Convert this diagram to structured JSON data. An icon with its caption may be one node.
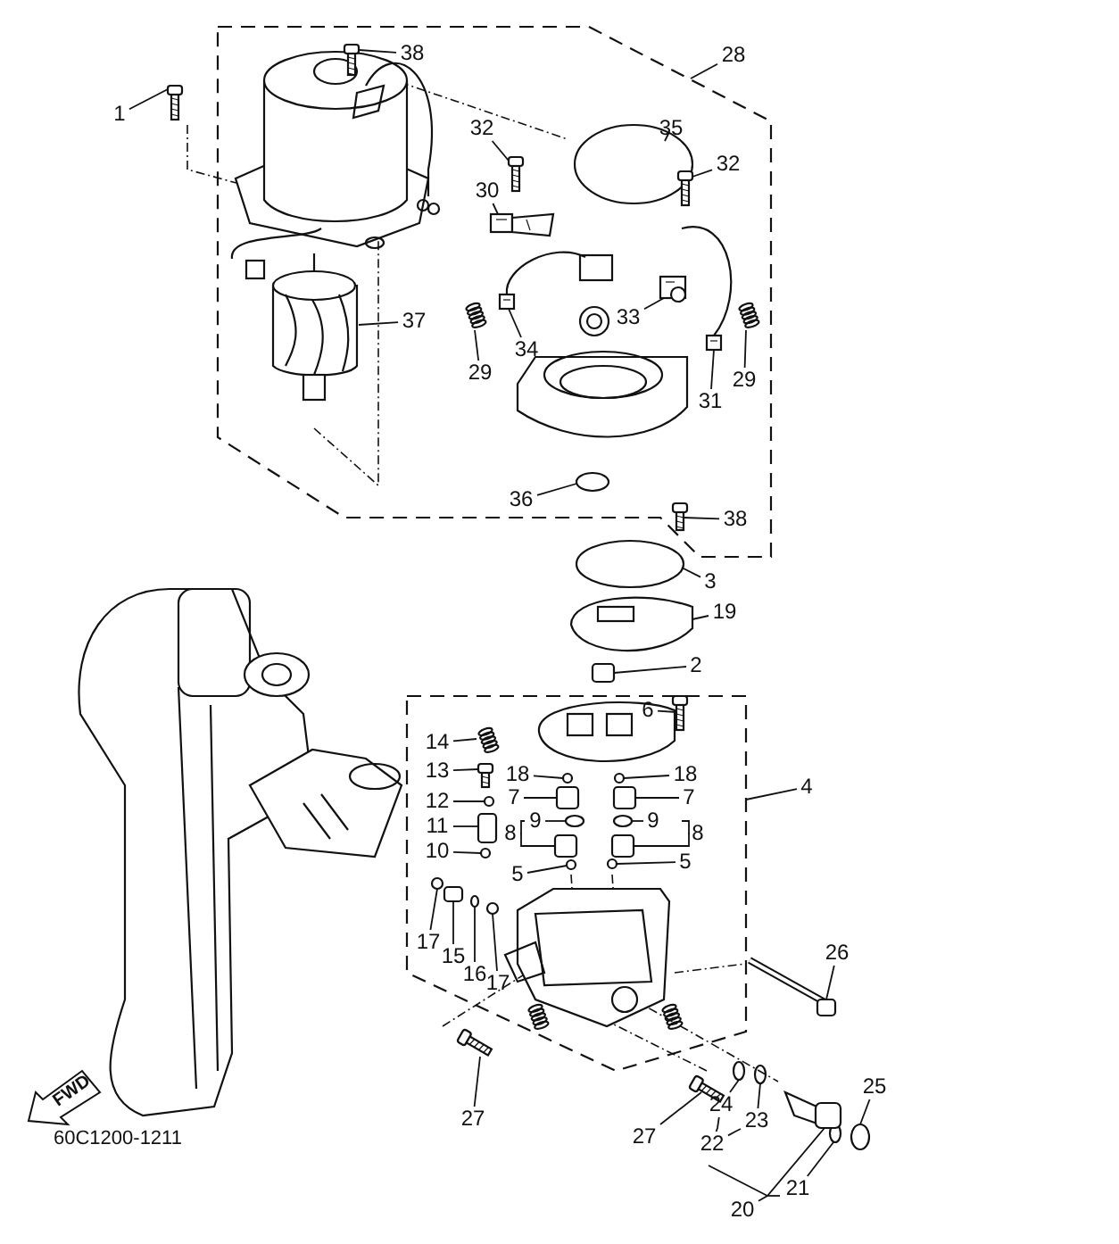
{
  "diagram": {
    "nodes": [
      {
        "text": [
          "1"
        ]
      },
      {
        "text": [
          "38"
        ],
        "in": 94
      },
      {
        "text": [
          "28"
        ]
      },
      {
        "text": [
          "32"
        ],
        "in": 94
      },
      {
        "text": [
          "35"
        ],
        "in": 94
      },
      {
        "text": [
          "32"
        ],
        "in": 94
      },
      {
        "text": [
          "30"
        ],
        "in": 94
      },
      {
        "text": [
          "37"
        ],
        "in": 94
      },
      {
        "text": [
          "33"
        ],
        "in": 94
      },
      {
        "text": [
          "34"
        ],
        "in": 94
      },
      {
        "text": [
          "29"
        ],
        "in": 94
      },
      {
        "text": [
          "29"
        ],
        "in": 94
      },
      {
        "text": [
          "31"
        ],
        "in": 94
      },
      {
        "text": [
          "36"
        ],
        "in": 94
      },
      {
        "text": [
          "38"
        ],
        "in": 94
      },
      {
        "text": [
          "3"
        ]
      },
      {
        "text": [
          "19"
        ]
      },
      {
        "text": [
          "2"
        ]
      },
      {
        "text": [
          "6"
        ],
        "in": 95
      },
      {
        "text": [
          "4"
        ]
      },
      {
        "text": [
          "14"
        ],
        "in": 95
      },
      {
        "text": [
          "13"
        ],
        "in": 95
      },
      {
        "text": [
          "18"
        ],
        "in": 95
      },
      {
        "text": [
          "18"
        ],
        "in": 95
      },
      {
        "text": [
          "12"
        ],
        "in": 95
      },
      {
        "text": [
          "7"
        ],
        "in": 95
      },
      {
        "text": [
          "7"
        ],
        "in": 95
      },
      {
        "text": [
          "9"
        ],
        "in": 95
      },
      {
        "text": [
          "9"
        ],
        "in": 95
      },
      {
        "text": [
          "11"
        ],
        "in": 95
      },
      {
        "text": [
          "8"
        ],
        "in": 95
      },
      {
        "text": [
          "8"
        ],
        "in": 95
      },
      {
        "text": [
          "10"
        ],
        "in": 95
      },
      {
        "text": [
          "5"
        ],
        "in": 95
      },
      {
        "text": [
          "5"
        ],
        "in": 95
      },
      {
        "text": [
          "17"
        ],
        "in": 95
      },
      {
        "text": [
          "15"
        ],
        "in": 95
      },
      {
        "text": [
          "16"
        ],
        "in": 95
      },
      {
        "text": [
          "17"
        ],
        "in": 95
      },
      {
        "text": [
          "26"
        ]
      },
      {
        "text": [
          "27"
        ]
      },
      {
        "text": [
          "27"
        ]
      },
      {
        "text": [
          "24"
        ]
      },
      {
        "text": [
          "23"
        ]
      },
      {
        "text": [
          "22"
        ]
      },
      {
        "text": [
          "25"
        ]
      },
      {
        "text": [
          "21"
        ]
      },
      {
        "text": [
          "20"
        ]
      },
      {
        "text": [
          "FWD"
        ]
      },
      {
        "text": [],
        "shape": "picture"
      },
      {
        "text": [],
        "shape": "picture",
        "in": 94
      },
      {
        "text": [],
        "shape": "picture",
        "in": 94
      },
      {
        "text": [],
        "shape": "circle",
        "in": 94
      },
      {
        "text": [],
        "shape": "picture",
        "in": 94
      },
      {
        "text": [],
        "shape": "picture",
        "in": 94
      },
      {
        "text": [],
        "shape": "picture",
        "in": 94
      },
      {
        "text": [],
        "shape": "picture",
        "in": 94
      },
      {
        "text": [],
        "shape": "picture",
        "in": 94
      },
      {
        "text": [],
        "shape": "picture",
        "in": 94
      },
      {
        "text": [],
        "shape": "picture",
        "in": 94
      },
      {
        "text": [],
        "shape": "picture",
        "in": 94
      },
      {
        "text": [],
        "shape": "circle",
        "in": 94
      },
      {
        "text": [],
        "shape": "picture",
        "in": 94
      },
      {
        "text": [],
        "shape": "circle"
      },
      {
        "text": [],
        "shape": "picture"
      },
      {
        "text": [],
        "shape": "box"
      },
      {
        "text": [],
        "shape": "picture",
        "in": 95
      },
      {
        "text": [],
        "shape": "picture",
        "in": 95
      },
      {
        "text": [],
        "shape": "picture",
        "in": 95
      },
      {
        "text": [],
        "shape": "circle",
        "in": 95
      },
      {
        "text": [],
        "shape": "circle",
        "in": 95
      },
      {
        "text": [],
        "shape": "circle",
        "in": 95
      },
      {
        "text": [],
        "shape": "box",
        "in": 95
      },
      {
        "text": [],
        "shape": "box",
        "in": 95
      },
      {
        "text": [],
        "shape": "circle",
        "in": 95
      },
      {
        "text": [],
        "shape": "circle",
        "in": 95
      },
      {
        "text": [],
        "shape": "box",
        "in": 95
      },
      {
        "text": [],
        "shape": "box",
        "in": 95
      },
      {
        "text": [],
        "shape": "box",
        "in": 95
      },
      {
        "text": [],
        "shape": "circle",
        "in": 95
      },
      {
        "text": [],
        "shape": "circle",
        "in": 95
      },
      {
        "text": [],
        "shape": "circle",
        "in": 95
      },
      {
        "text": [],
        "shape": "circle",
        "in": 95
      },
      {
        "text": [],
        "shape": "box",
        "in": 95
      },
      {
        "text": [],
        "shape": "circle",
        "in": 95
      },
      {
        "text": [],
        "shape": "circle",
        "in": 95
      },
      {
        "text": [],
        "shape": "picture"
      },
      {
        "text": [],
        "shape": "picture"
      },
      {
        "text": [],
        "shape": "picture"
      },
      {
        "text": [],
        "shape": "circle"
      },
      {
        "text": [],
        "shape": "circle"
      },
      {
        "text": [],
        "shape": "circle"
      },
      {
        "text": [],
        "shape": "circle"
      },
      {
        "text": [],
        "shape": "picture"
      },
      {
        "text": [],
        "shape": "box"
      },
      {
        "text": [],
        "shape": "box"
      }
    ],
    "edges": [
      {
        "from": 0,
        "to": 49,
        "arrow": "none"
      },
      {
        "from": 1,
        "to": 50,
        "arrow": "none"
      },
      {
        "from": 2,
        "to": 94,
        "arrow": "none"
      },
      {
        "from": 3,
        "to": 51,
        "arrow": "none"
      },
      {
        "from": 4,
        "to": 52,
        "arrow": "none"
      },
      {
        "from": 5,
        "to": 53,
        "arrow": "none"
      },
      {
        "from": 6,
        "to": 54,
        "arrow": "none"
      },
      {
        "from": 7,
        "to": 55,
        "arrow": "none"
      },
      {
        "from": 8,
        "to": 56,
        "arrow": "none"
      },
      {
        "from": 9,
        "to": 57,
        "arrow": "none"
      },
      {
        "from": 10,
        "to": 58,
        "arrow": "none"
      },
      {
        "from": 11,
        "to": 59,
        "arrow": "none"
      },
      {
        "from": 12,
        "to": 60,
        "arrow": "none"
      },
      {
        "from": 13,
        "to": 61,
        "arrow": "none"
      },
      {
        "from": 14,
        "to": 62,
        "arrow": "none"
      },
      {
        "from": 15,
        "to": 63,
        "arrow": "none"
      },
      {
        "from": 16,
        "to": 64,
        "arrow": "none"
      },
      {
        "from": 17,
        "to": 65,
        "arrow": "none"
      },
      {
        "from": 18,
        "to": 66,
        "arrow": "none"
      },
      {
        "from": 19,
        "to": 95,
        "arrow": "none"
      },
      {
        "from": 20,
        "to": 67,
        "arrow": "none"
      },
      {
        "from": 21,
        "to": 68,
        "arrow": "none"
      },
      {
        "from": 22,
        "to": 69,
        "arrow": "none"
      },
      {
        "from": 23,
        "to": 70,
        "arrow": "none"
      },
      {
        "from": 24,
        "to": 71,
        "arrow": "none"
      },
      {
        "from": 25,
        "to": 72,
        "arrow": "none"
      },
      {
        "from": 26,
        "to": 73,
        "arrow": "none"
      },
      {
        "from": 27,
        "to": 74,
        "arrow": "none"
      },
      {
        "from": 28,
        "to": 75,
        "arrow": "none"
      },
      {
        "from": 29,
        "to": 76,
        "arrow": "none"
      },
      {
        "from": 30,
        "to": 77,
        "arrow": "none"
      },
      {
        "from": 31,
        "to": 78,
        "arrow": "none"
      },
      {
        "from": 32,
        "to": 79,
        "arrow": "none"
      },
      {
        "from": 33,
        "to": 80,
        "arrow": "none"
      },
      {
        "from": 34,
        "to": 81,
        "arrow": "none"
      },
      {
        "from": 35,
        "to": 82,
        "arrow": "none"
      },
      {
        "from": 36,
        "to": 83,
        "arrow": "none"
      },
      {
        "from": 37,
        "to": 84,
        "arrow": "none"
      },
      {
        "from": 38,
        "to": 85,
        "arrow": "none"
      },
      {
        "from": 39,
        "to": 86,
        "arrow": "none"
      },
      {
        "from": 40,
        "to": 87,
        "arrow": "none"
      },
      {
        "from": 41,
        "to": 88,
        "arrow": "none"
      },
      {
        "from": 42,
        "to": 89,
        "arrow": "none"
      },
      {
        "from": 43,
        "to": 90,
        "arrow": "none"
      },
      {
        "from": 44,
        "to": 42,
        "arrow": "none"
      },
      {
        "from": 45,
        "to": 91,
        "arrow": "none"
      },
      {
        "from": 46,
        "to": 92,
        "arrow": "none"
      },
      {
        "from": 47,
        "to": 93,
        "arrow": "none"
      },
      {
        "from": 44,
        "to": 43,
        "arrow": "none"
      }
    ],
    "labels": [
      "60C1200-1211"
    ]
  }
}
